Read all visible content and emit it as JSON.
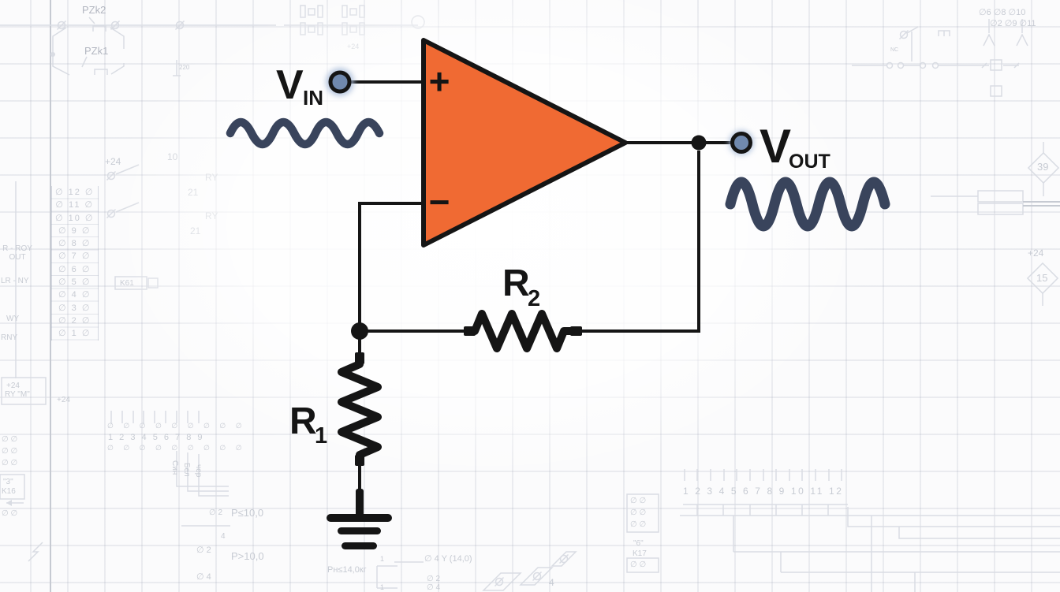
{
  "colors": {
    "opamp_fill": "#F06A33",
    "circuit_stroke": "#151515",
    "wave_color": "#39445C",
    "terminal_fill": "#7089AE",
    "terminal_glow": "#A9BCD9",
    "bg_line": "#d9dce3",
    "bg_line_dark": "#c6cad2",
    "bg_text": "#c7cbd3",
    "bg_text_dark": "#b2b6c0",
    "grid_line": "rgba(148,156,174,0.17)",
    "page_bg": "#fbfbfc"
  },
  "circuit": {
    "vin": {
      "main": "V",
      "sub": "IN"
    },
    "vout": {
      "main": "V",
      "sub": "OUT"
    },
    "r1": {
      "main": "R",
      "sub": "1"
    },
    "r2": {
      "main": "R",
      "sub": "2"
    },
    "opamp": {
      "plus": "+",
      "minus": "−"
    }
  },
  "background": {
    "pzk2": "PZk2",
    "pzk1": "PZk1",
    "plus24": "+24",
    "dim220": "220",
    "strip_rows": "∅ 12 ∅\n∅ 11 ∅\n∅ 10 ∅\n∅ 9 ∅\n∅ 8 ∅\n∅ 7 ∅\n∅ 6 ∅\n∅ 5 ∅\n∅ 4 ∅\n∅ 3 ∅\n∅ 2 ∅\n∅ 1 ∅",
    "r_roy": "R - ROY\nOUT",
    "lr_ny": "LR - NY",
    "wy": "WY",
    "rny": "RNY",
    "ry_m": "RY \"M\"",
    "ry": "RY",
    "num10": "10",
    "num21": "21",
    "k61": "K61",
    "q3": "\"3\"",
    "k16": "K16",
    "q6": "\"6\"",
    "k17": "K17",
    "phi_rows3": "∅  ∅\n∅  ∅\n∅  ∅",
    "phi_row1": "∅  ∅",
    "row9": "1 2 3 4 5 6 7 8 9",
    "phi_row9": "∅ ∅ ∅ ∅ ∅ ∅ ∅ ∅ ∅",
    "row12": "1 2 3 4 5 6 7 8 9 10 11 12",
    "wire_blue": "Син",
    "wire_white": "Бел",
    "wire_black": "чер",
    "p_le": "P≤10,0",
    "p_gt": "P>10,0",
    "pn": "Pн≤14,0кг",
    "d2": "∅ 2",
    "d4": "∅ 4",
    "d4y": "∅ 4 Y (14,0)",
    "num4": "4",
    "one": "1",
    "top_d": "∅6  ∅8  ∅10",
    "top_d2": "∅2  ∅9  ∅11",
    "nc": "NC",
    "d39": "39",
    "d15": "15"
  }
}
